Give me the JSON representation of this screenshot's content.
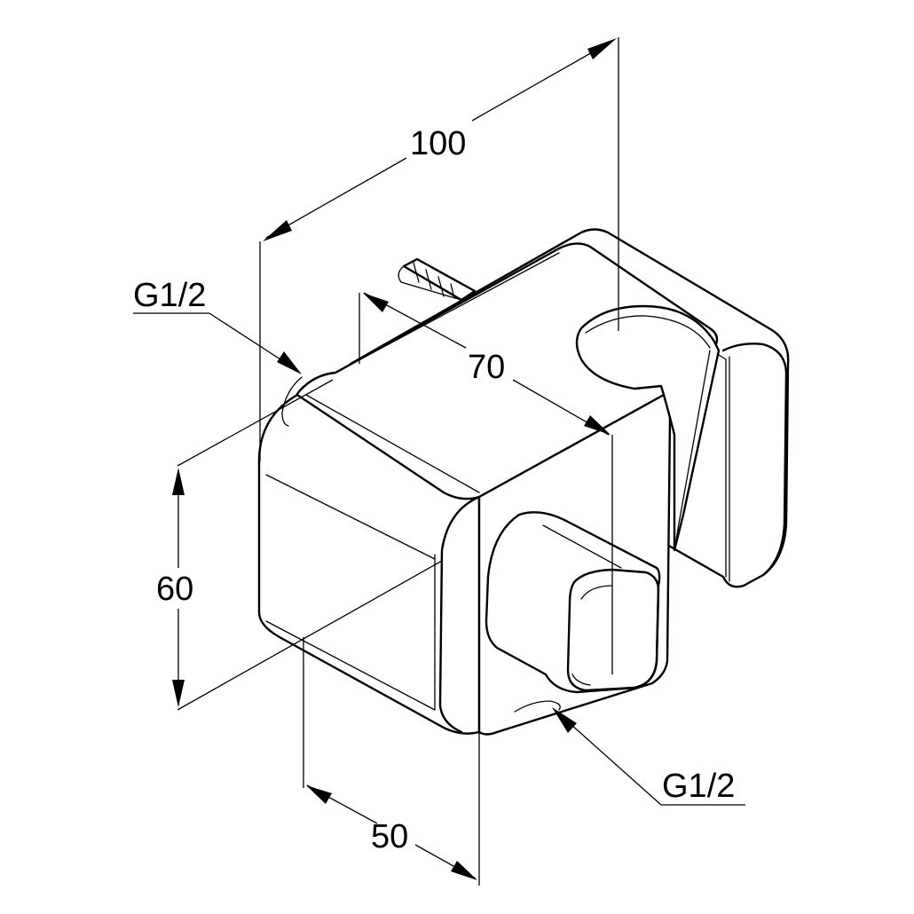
{
  "dimensions": {
    "overall_width": "100",
    "outlet_offset": "70",
    "height": "60",
    "depth": "50"
  },
  "threads": {
    "top_inlet": "G1/2",
    "bottom_outlet": "G1/2"
  },
  "colors": {
    "line": "#000000",
    "background": "#ffffff"
  }
}
